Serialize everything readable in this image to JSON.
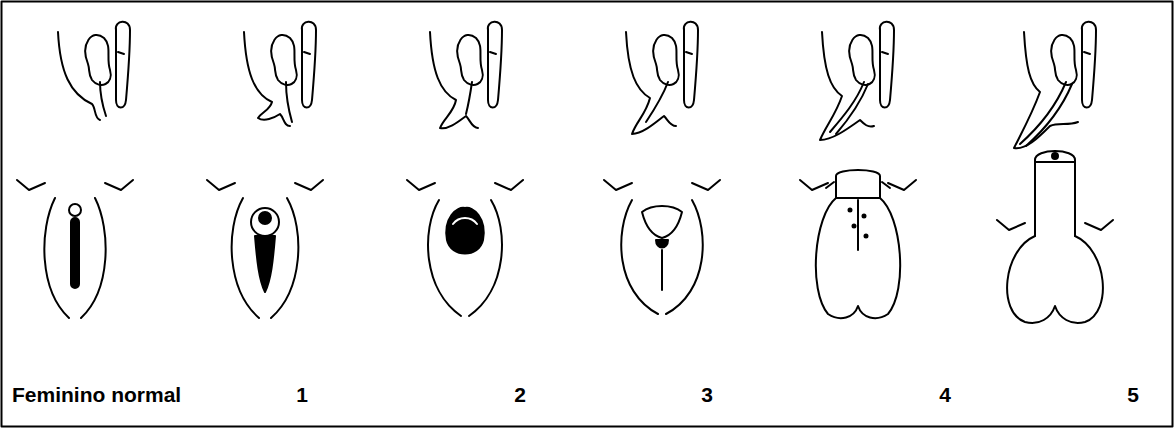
{
  "diagram": {
    "labels": [
      "Feminino normal",
      "1",
      "2",
      "3",
      "4",
      "5"
    ]
  }
}
